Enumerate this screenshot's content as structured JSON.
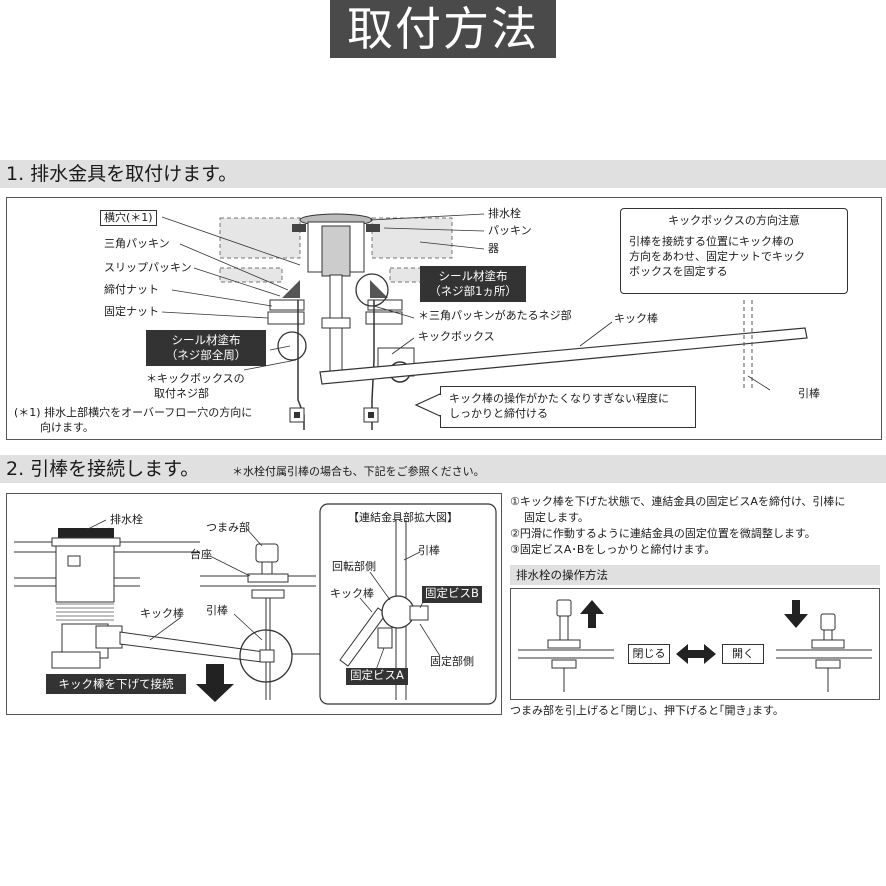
{
  "header": {
    "title": "取付方法"
  },
  "section1": {
    "heading": "1. 排水金具を取付けます。",
    "labels": {
      "yokoana": "横穴(＊1)",
      "sankaku": "三角パッキン",
      "slip": "スリップパッキン",
      "shimetsuke": "締付ナット",
      "kotei": "固定ナット",
      "haisuisen": "排水栓",
      "packing": "パッキン",
      "ki": "器",
      "triangle_note": "＊三角パッキンがあたるネジ部",
      "kickbox": "キックボックス",
      "kickbar": "キック棒",
      "hikibou": "引棒",
      "kickbox_note_1": "＊キックボックスの",
      "kickbox_note_2": "取付ネジ部"
    },
    "seal_right_1": "シール材塗布",
    "seal_right_2": "（ネジ部1ヵ所）",
    "seal_left_1": "シール材塗布",
    "seal_left_2": "（ネジ部全周）",
    "footnote_1": "(＊1) 排水上部横穴をオーバーフロー穴の方向に",
    "footnote_2": "向けます。",
    "caution_title": "キックボックスの方向注意",
    "caution_l1": "引棒を接続する位置にキック棒の",
    "caution_l2": "方向をあわせ、固定ナットでキック",
    "caution_l3": "ボックスを固定する",
    "tighten_l1": "キック棒の操作がかたくなりすぎない程度に",
    "tighten_l2": "しっかりと締付ける"
  },
  "section2": {
    "heading": "2. 引棒を接続します。",
    "subnote": "＊水栓付属引棒の場合も、下記をご参照ください。",
    "labels": {
      "haisuisen": "排水栓",
      "tsumami": "つまみ部",
      "daiza": "台座",
      "kickbar": "キック棒",
      "hikibou": "引棒"
    },
    "kick_down": "キック棒を下げて接続",
    "zoom_title": "【連結金具部拡大図】",
    "zoom_labels": {
      "hikibou": "引棒",
      "kaiten": "回転部側",
      "kickbar": "キック棒",
      "kotei_b": "固定ビスB",
      "kotei_side": "固定部側",
      "kotei_a": "固定ビスA"
    },
    "step1_l1": "①キック棒を下げた状態で、連結金具の固定ビスAを締付け、引棒に",
    "step1_l2": "固定します。",
    "step2": "②円滑に作動するように連結金具の固定位置を微調整します。",
    "step3": "③固定ビスA･Bをしっかりと締付けます。",
    "operation_heading": "排水栓の操作方法",
    "close_label": "閉じる",
    "open_label": "開く",
    "operation_note": "つまみ部を引上げると｢閉じ｣、押下げると｢開き｣ます。"
  }
}
